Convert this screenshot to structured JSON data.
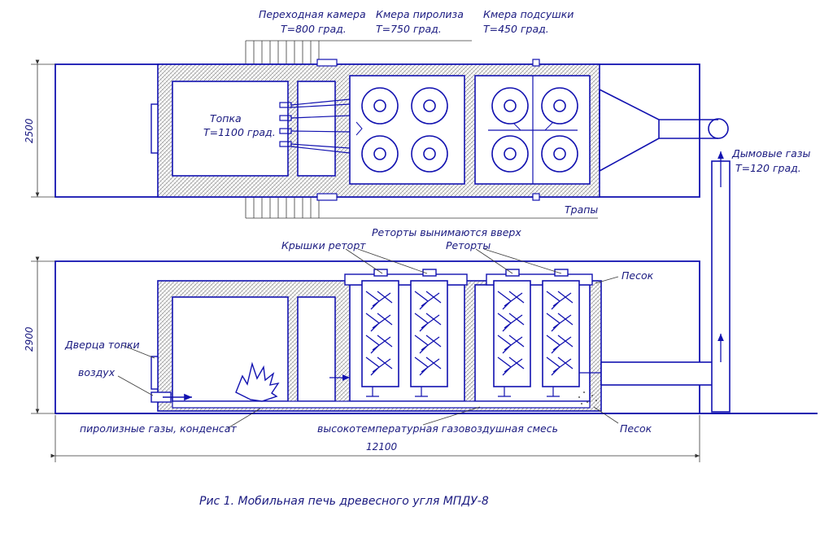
{
  "top_view": {
    "labels": {
      "transition_chamber": "Переходная камера",
      "transition_temp": "T=800 град.",
      "pyrolysis_chamber": "Кмера пиролиза",
      "pyrolysis_temp": "T=750 град.",
      "drying_chamber": "Кмера подсушки",
      "drying_temp": "T=450 град.",
      "firebox": "Топка",
      "firebox_temp": "T=1100 град.",
      "flue_gases": "Дымовые газы",
      "flue_temp": "T=120 град.",
      "ladders": "Трапы"
    },
    "width_dimension": "2500"
  },
  "side_view": {
    "labels": {
      "retorts_up": "Реторты вынимаются вверх",
      "retort_lids": "Крышки реторт",
      "retorts": "Реторты",
      "sand_top": "Песок",
      "firebox_door": "Дверца топки",
      "air": "воздух",
      "pyrolysis_gases": "пиролизные газы, конденсат",
      "hot_mix": "высокотемпературная газовоздушная смесь",
      "sand_bottom": "Песок"
    },
    "height_dimension": "2900",
    "length_dimension": "12100"
  },
  "caption": "Рис 1. Мобильная печь древесного угля МПДУ-8",
  "colors": {
    "line": "#1212b0",
    "text": "#1a1a80",
    "hatch": "#8a8a8a"
  }
}
